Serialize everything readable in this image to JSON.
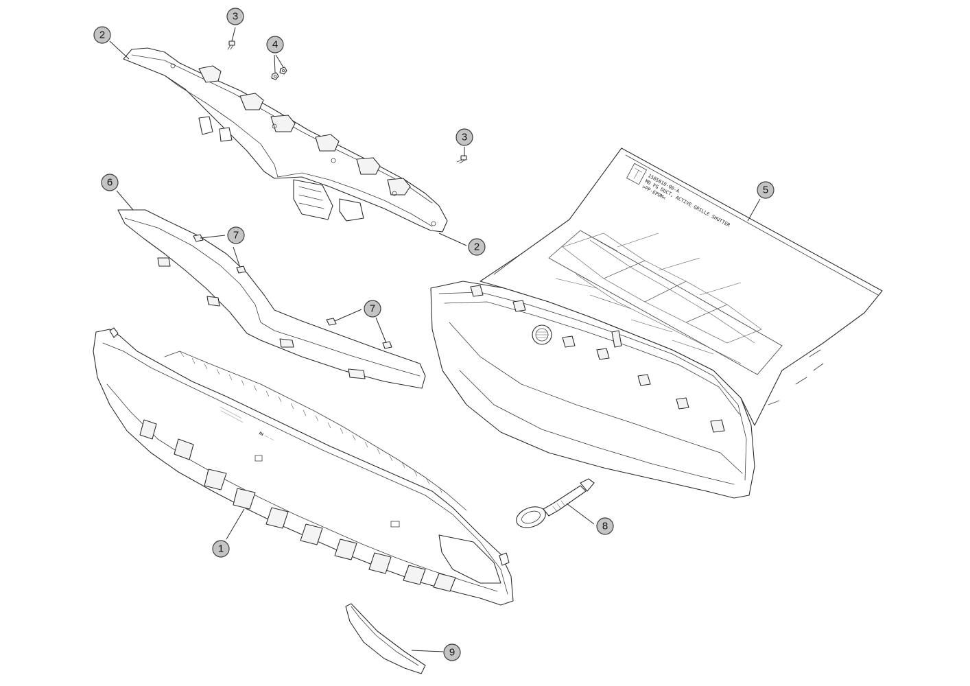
{
  "callouts": {
    "c1": "1",
    "c2a": "2",
    "c2b": "2",
    "c3a": "3",
    "c3b": "3",
    "c4": "4",
    "c5": "5",
    "c6": "6",
    "c7a": "7",
    "c7b": "7",
    "c8": "8",
    "c9": "9"
  },
  "duct_label": {
    "line1": "1585810-00-A",
    "line2": "MD FG DUCT, ACTIVE GRILLE SHUTTER",
    "line3": ">PP-EPDM<"
  },
  "colors": {
    "callout_fill": "#c4c4c4",
    "line": "#2a2a2a",
    "background": "#ffffff"
  }
}
